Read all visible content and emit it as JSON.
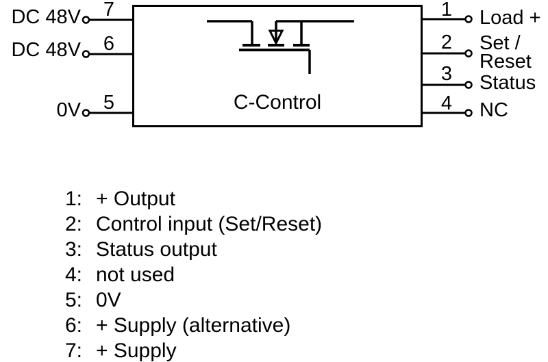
{
  "diagram": {
    "block_label": "C-Control",
    "left_pins": [
      {
        "number": "7",
        "label": "DC 48V"
      },
      {
        "number": "6",
        "label": "DC 48V"
      },
      {
        "number": "5",
        "label": "0V"
      }
    ],
    "right_pins": [
      {
        "number": "1",
        "label": "Load +"
      },
      {
        "number": "2",
        "label": "Set /",
        "label2": "Reset"
      },
      {
        "number": "3",
        "label": "Status"
      },
      {
        "number": "4",
        "label": "NC"
      }
    ],
    "colors": {
      "line": "#000000",
      "background": "#ffffff"
    }
  },
  "legend": {
    "items": [
      {
        "num": "1:",
        "desc": "+ Output"
      },
      {
        "num": "2:",
        "desc": "Control input (Set/Reset)"
      },
      {
        "num": "3:",
        "desc": "Status output"
      },
      {
        "num": "4:",
        "desc": "not used"
      },
      {
        "num": "5:",
        "desc": "0V"
      },
      {
        "num": "6:",
        "desc": "+ Supply (alternative)"
      },
      {
        "num": "7:",
        "desc": "+ Supply"
      }
    ]
  }
}
